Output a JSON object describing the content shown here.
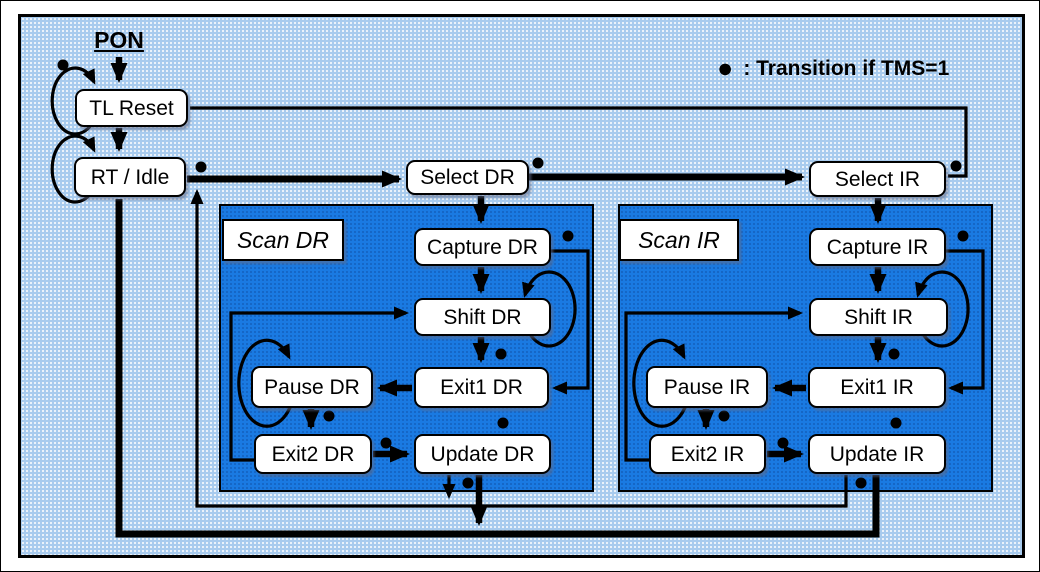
{
  "figure": {
    "pon_label": "PON",
    "legend_dot": "●",
    "legend_text": ": Transition if TMS=1"
  },
  "panels": {
    "scan_dr": "Scan DR",
    "scan_ir": "Scan IR"
  },
  "states": {
    "tl_reset": "TL Reset",
    "rt_idle": "RT / Idle",
    "select_dr": "Select DR",
    "select_ir": "Select IR",
    "capture_dr": "Capture DR",
    "shift_dr": "Shift DR",
    "exit1_dr": "Exit1 DR",
    "pause_dr": "Pause DR",
    "exit2_dr": "Exit2 DR",
    "update_dr": "Update DR",
    "capture_ir": "Capture IR",
    "shift_ir": "Shift IR",
    "exit1_ir": "Exit1 IR",
    "pause_ir": "Pause IR",
    "exit2_ir": "Exit2 IR",
    "update_ir": "Update IR"
  },
  "colors": {
    "background": "#a8cbee",
    "panel": "#1a7ae2",
    "box": "#ffffff",
    "line": "#000000"
  }
}
